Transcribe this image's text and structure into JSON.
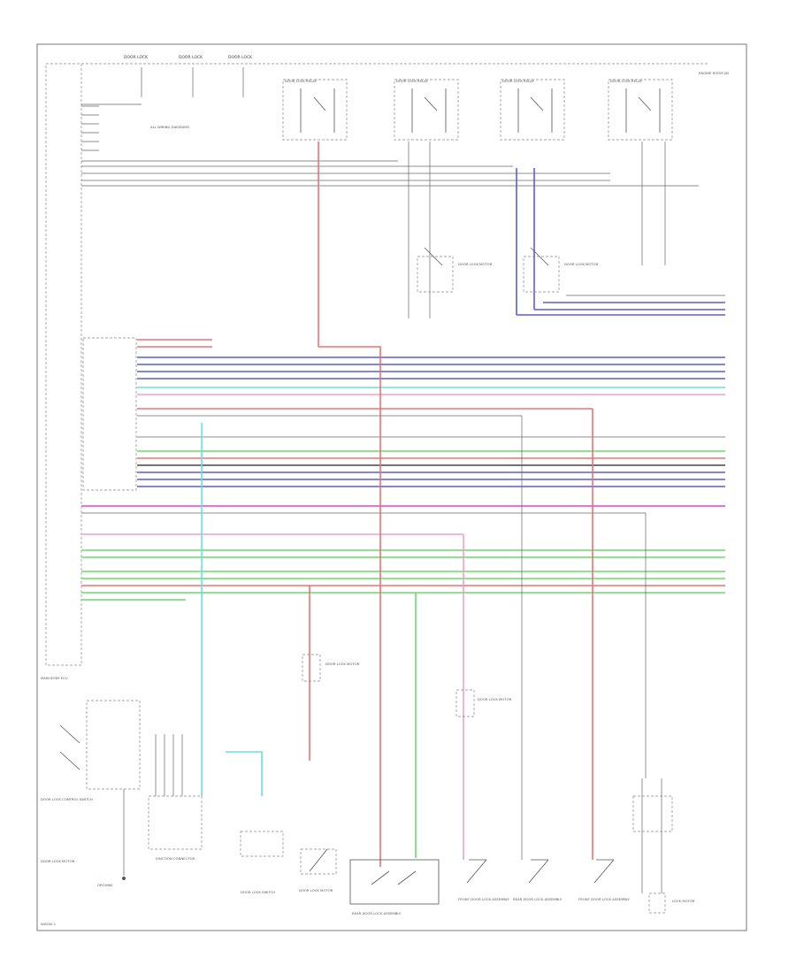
{
  "diagram": {
    "footer_code": "W0000-1",
    "top_relays": [
      "DOOR LOCK RELAY",
      "DOOR LOCK RELAY",
      "DOOR LOCK RELAY",
      "DOOR LOCK RELAY"
    ],
    "top_left_labels": [
      "DOOR LOCK",
      "DOOR LOCK",
      "DOOR LOCK"
    ],
    "system_note_1": "ALL WIRING DIAGRAMS",
    "system_note_2": "ALL WIRING DIAGRAMS",
    "right_top_label": "ENGINE ROOM J/B",
    "left_module_label": "MAIN BODY ECU",
    "left_bottom_labels": [
      "DOOR LOCK CONTROL SWITCH",
      "DOOR LOCK MOTOR",
      "GROUND"
    ],
    "bottom_components": [
      "JUNCTION CONNECTOR",
      "DOOR LOCK SWITCH",
      "DOOR LOCK MOTOR",
      "REAR DOOR LOCK ASSEMBLY",
      "FRONT DOOR LOCK ASSEMBLY",
      "REAR DOOR LOCK ASSEMBLY",
      "FRONT DOOR LOCK ASSEMBLY",
      "LOCK MOTOR"
    ],
    "mid_components": [
      "DOOR LOCK MOTOR",
      "DOOR LOCK MOTOR",
      "DOOR LOCK MOTOR",
      "DOOR LOCK MOTOR"
    ]
  },
  "colors": {
    "red": "#f07070",
    "blue": "#5a5ae8",
    "pink": "#f0a0c8",
    "magenta": "#e040e0",
    "green": "#66dd66",
    "cyan": "#66e0e0",
    "gray": "#888888",
    "dark": "#444444"
  }
}
